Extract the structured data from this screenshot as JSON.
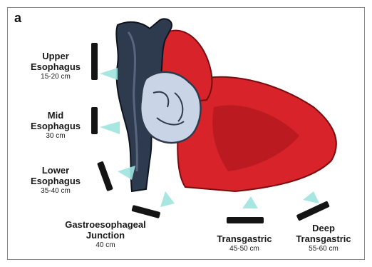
{
  "panel_letter": "a",
  "positions": [
    {
      "id": "upper-esophagus",
      "name_lines": [
        "Upper",
        "Esophagus"
      ],
      "depth": "15-20 cm"
    },
    {
      "id": "mid-esophagus",
      "name_lines": [
        "Mid",
        "Esophagus"
      ],
      "depth": "30 cm"
    },
    {
      "id": "lower-esophagus",
      "name_lines": [
        "Lower",
        "Esophagus"
      ],
      "depth": "35-40 cm"
    },
    {
      "id": "gastroesophageal-junction",
      "name_lines": [
        "Gastroesophageal",
        "Junction"
      ],
      "depth": "40 cm"
    },
    {
      "id": "transgastric",
      "name_lines": [
        "Transgastric"
      ],
      "depth": "45-50 cm"
    },
    {
      "id": "deep-transgastric",
      "name_lines": [
        "Deep",
        "Transgastric"
      ],
      "depth": "55-60 cm"
    }
  ],
  "colors": {
    "myocardium": "#d8232a",
    "myocardium_dark": "#8e0f14",
    "vessels": "#2e3a4e",
    "atria": "#c9d4e6",
    "probe": "#141414",
    "beam": "#9fe3df"
  }
}
